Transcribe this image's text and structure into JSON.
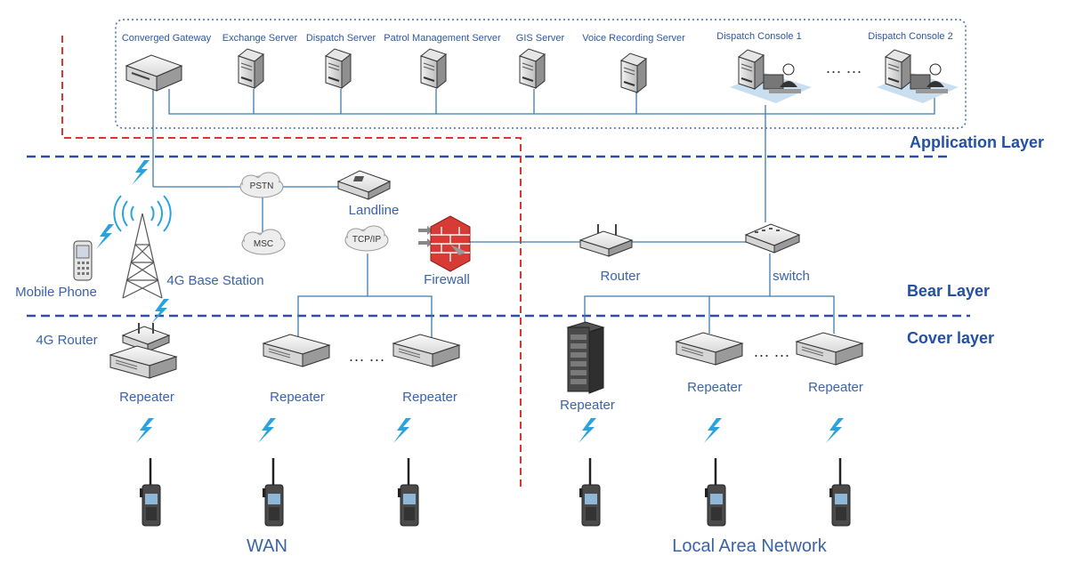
{
  "top_servers": [
    {
      "label": "Converged Gateway"
    },
    {
      "label": "Exchange Server"
    },
    {
      "label": "Dispatch Server"
    },
    {
      "label": "Patrol Management Server"
    },
    {
      "label": "GIS Server"
    },
    {
      "label": "Voice Recording Server"
    },
    {
      "label": "Dispatch Console 1"
    },
    {
      "label": "Dispatch Console 2"
    }
  ],
  "ellipsis": "··· ···",
  "layers": {
    "application": "Application Layer",
    "bear": "Bear Layer",
    "cover": "Cover layer"
  },
  "nodes": {
    "pstn": "PSTN",
    "msc": "MSC",
    "tcpip": "TCP/IP",
    "landline": "Landline",
    "firewall": "Firewall",
    "router": "Router",
    "switch": "switch",
    "mobile_phone": "Mobile Phone",
    "base_station": "4G Base Station",
    "router_4g": "4G Router",
    "repeater": "Repeater"
  },
  "regions": {
    "wan": "WAN",
    "lan": "Local Area Network"
  },
  "colors": {
    "layer_line": "#2d4fa3",
    "wan_border": "#e2332c",
    "wire": "#3d7bb0",
    "label": "#3a63a8",
    "lightning": "#2aa3dc",
    "firewall": "#d83a35"
  }
}
